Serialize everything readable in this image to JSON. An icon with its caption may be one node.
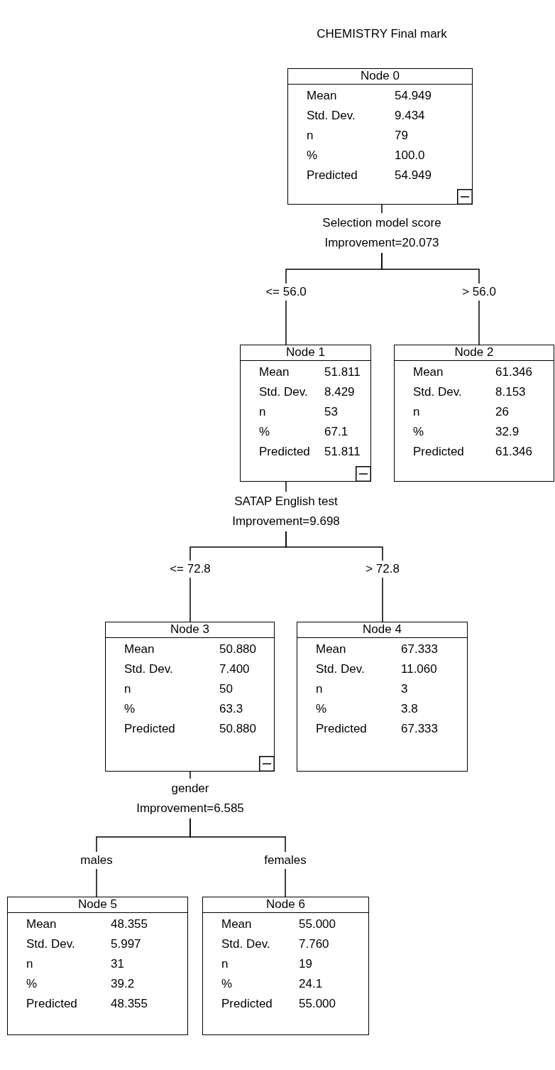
{
  "diagram": {
    "title": "CHEMISTRY Final mark",
    "nodes": [
      {
        "text": [
          "Node 0",
          "Mean",
          "54.949",
          "Std. Dev.",
          "9.434",
          "n",
          "79",
          "%",
          "100.0",
          "Predicted",
          "54.949"
        ]
      },
      {
        "text": [
          "Selection model score",
          "Improvement=20.073"
        ]
      },
      {
        "text": [
          "Node 1",
          "Mean",
          "51.811",
          "Std. Dev.",
          "8.429",
          "n",
          "53",
          "%",
          "67.1",
          "Predicted",
          "51.811"
        ]
      },
      {
        "text": [
          "Node 2",
          "Mean",
          "61.346",
          "Std. Dev.",
          "8.153",
          "n",
          "26",
          "%",
          "32.9",
          "Predicted",
          "61.346"
        ]
      },
      {
        "text": [
          "SATAP English test",
          "Improvement=9.698"
        ]
      },
      {
        "text": [
          "Node 3",
          "Mean",
          "50.880",
          "Std. Dev.",
          "7.400",
          "n",
          "50",
          "%",
          "63.3",
          "Predicted",
          "50.880"
        ]
      },
      {
        "text": [
          "Node 4",
          "Mean",
          "67.333",
          "Std. Dev.",
          "11.060",
          "n",
          "3",
          "%",
          "3.8",
          "Predicted",
          "67.333"
        ]
      },
      {
        "text": [
          "gender",
          "Improvement=6.585"
        ]
      },
      {
        "text": [
          "Node 5",
          "Mean",
          "48.355",
          "Std. Dev.",
          "5.997",
          "n",
          "31",
          "%",
          "39.2",
          "Predicted",
          "48.355"
        ]
      },
      {
        "text": [
          "Node 6",
          "Mean",
          "55.000",
          "Std. Dev.",
          "7.760",
          "n",
          "19",
          "%",
          "24.1",
          "Predicted",
          "55.000"
        ]
      }
    ],
    "edges": [
      {
        "from": 0,
        "to": 1,
        "arrow": "none"
      },
      {
        "from": 1,
        "to": 2,
        "arrow": "none",
        "label": "<= 56.0"
      },
      {
        "from": 1,
        "to": 3,
        "arrow": "none",
        "label": "> 56.0"
      },
      {
        "from": 2,
        "to": 4,
        "arrow": "none"
      },
      {
        "from": 4,
        "to": 5,
        "arrow": "none",
        "label": "<= 72.8"
      },
      {
        "from": 4,
        "to": 6,
        "arrow": "none",
        "label": "> 72.8"
      },
      {
        "from": 5,
        "to": 7,
        "arrow": "none"
      },
      {
        "from": 7,
        "to": 8,
        "arrow": "none",
        "label": "males"
      },
      {
        "from": 7,
        "to": 9,
        "arrow": "none",
        "label": "females"
      }
    ]
  }
}
